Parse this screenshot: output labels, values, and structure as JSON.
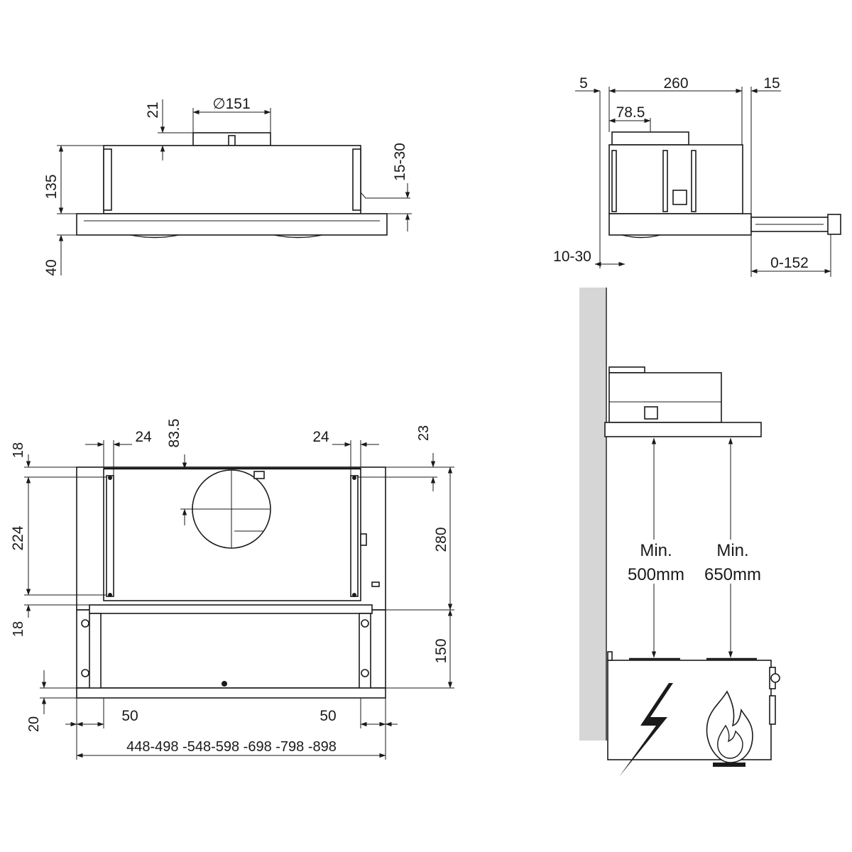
{
  "front_view": {
    "dim_duct": "∅151",
    "dim_collar": "21",
    "dim_body_height": "135",
    "dim_adjust": "15-30",
    "dim_visor": "40"
  },
  "side_view": {
    "dim_wall_gap": "5",
    "dim_depth": "260",
    "dim_rear": "15",
    "dim_duct_offset": "78.5",
    "dim_visor_drop": "10-30",
    "dim_extension": "0-152"
  },
  "top_view": {
    "dim_left_24": "24",
    "dim_right_24": "24",
    "dim_duct_center": "83.5",
    "dim_top_18": "18",
    "dim_top_23": "23",
    "dim_224": "224",
    "dim_280": "280",
    "dim_bottom_18": "18",
    "dim_150": "150",
    "dim_20": "20",
    "dim_left_50": "50",
    "dim_right_50": "50",
    "dim_widths": "448-498 -548-598 -698 -798 -898"
  },
  "install_view": {
    "min_electric_line1": "Min.",
    "min_electric_line2": "500mm",
    "min_gas_line1": "Min.",
    "min_gas_line2": "650mm",
    "electric_icon": "lightning-bolt-icon",
    "gas_icon": "flame-icon"
  }
}
